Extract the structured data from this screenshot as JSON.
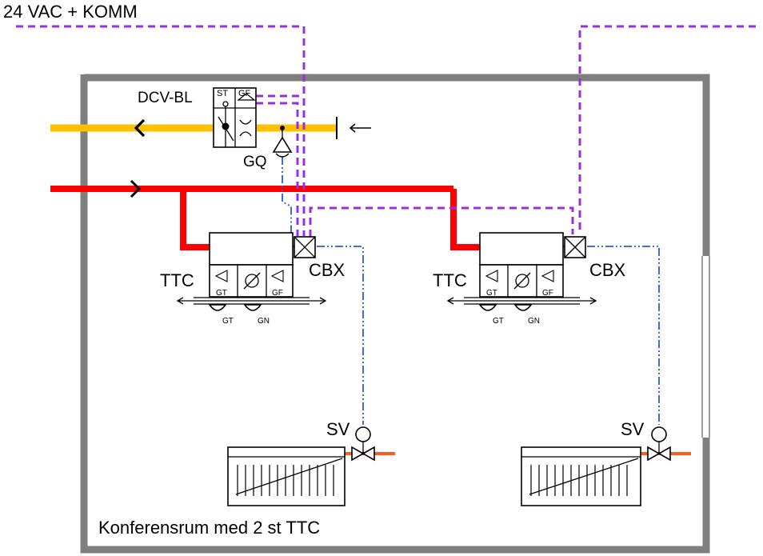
{
  "labels": {
    "power": "24 VAC + KOMM",
    "dcv": "DCV-BL",
    "dcv_st": "ST",
    "dcv_gf": "GF",
    "gq": "GQ",
    "ttc": "TTC",
    "cbx": "CBX",
    "gt": "GT",
    "gf": "GF",
    "gn": "GN",
    "sv": "SV",
    "room": "Konferensrum med 2 st TTC"
  },
  "colors": {
    "wall": "#7f7f7f",
    "exhaust_duct": "#ffc000",
    "supply_duct": "#ff0000",
    "comm_cable": "#9b30d9",
    "signal_cable": "#2f5bd3",
    "radiator_pipe": "#ff5a1f"
  }
}
